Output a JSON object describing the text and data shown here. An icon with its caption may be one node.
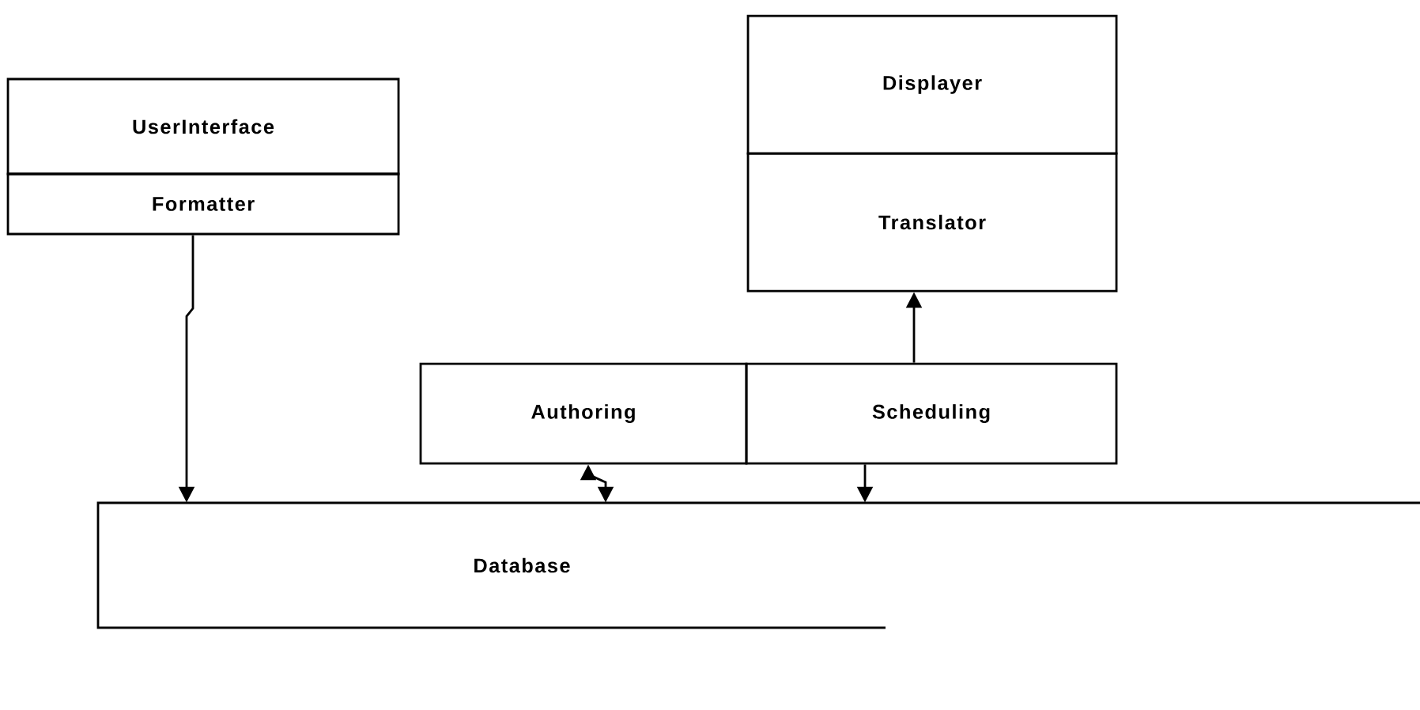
{
  "diagram": {
    "nodes": [
      {
        "text": [
          "UserInterface"
        ]
      },
      {
        "text": [
          "Formatter"
        ]
      },
      {
        "text": [
          "Displayer"
        ]
      },
      {
        "text": [
          "Translator"
        ]
      },
      {
        "text": [
          "Authoring"
        ]
      },
      {
        "text": [
          "Scheduling"
        ]
      },
      {
        "text": [
          "Database"
        ]
      }
    ],
    "edges": [
      {
        "from": 1,
        "to": 6,
        "arrow": "to"
      },
      {
        "from": 4,
        "to": 6,
        "arrow": "both"
      },
      {
        "from": 5,
        "to": 6,
        "arrow": "to"
      },
      {
        "from": 5,
        "to": 3,
        "arrow": "to"
      }
    ]
  }
}
